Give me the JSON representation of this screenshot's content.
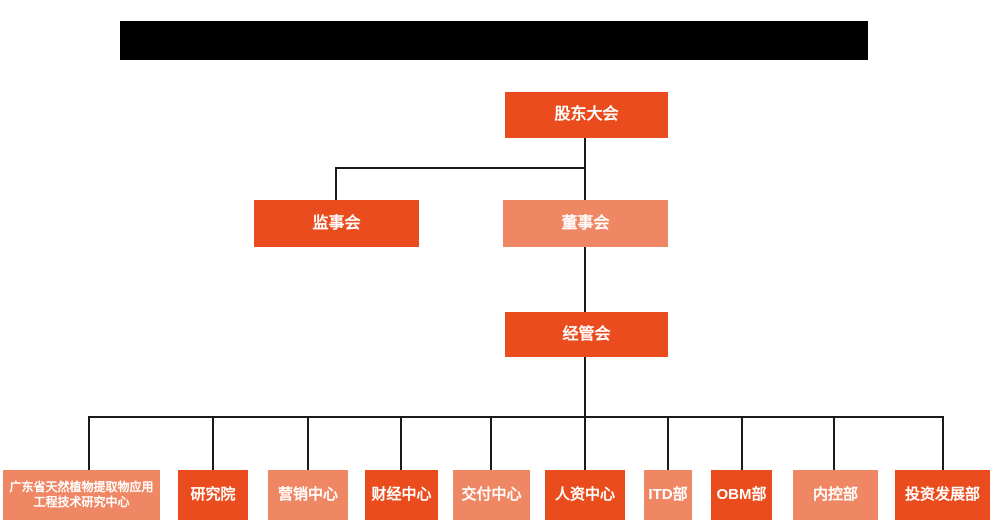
{
  "colors": {
    "dark": "#EB4C1D",
    "light": "#EF8764",
    "line": "#1A1A1A",
    "bar": "#000000",
    "text": "#FFFFFF",
    "background": "#FFFFFF"
  },
  "org": {
    "root": {
      "label": "股东大会",
      "tone": "dark"
    },
    "level2": [
      {
        "label": "监事会",
        "tone": "dark"
      },
      {
        "label": "董事会",
        "tone": "light"
      }
    ],
    "level3": {
      "label": "经管会",
      "tone": "dark"
    },
    "departments": [
      {
        "label": "广东省天然植物提取物应用工程技术研究中心",
        "tone": "light"
      },
      {
        "label": "研究院",
        "tone": "dark"
      },
      {
        "label": "营销中心",
        "tone": "light"
      },
      {
        "label": "财经中心",
        "tone": "dark"
      },
      {
        "label": "交付中心",
        "tone": "light"
      },
      {
        "label": "人资中心",
        "tone": "dark"
      },
      {
        "label": "ITD部",
        "tone": "light"
      },
      {
        "label": "OBM部",
        "tone": "dark"
      },
      {
        "label": "内控部",
        "tone": "light"
      },
      {
        "label": "投资发展部",
        "tone": "dark"
      }
    ]
  }
}
